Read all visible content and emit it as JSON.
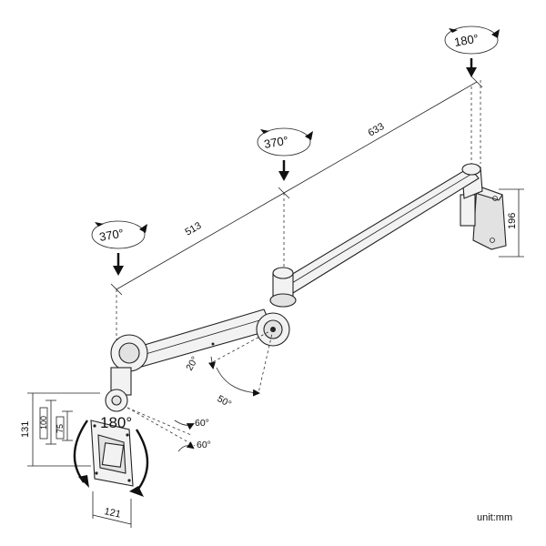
{
  "dimensions": {
    "arm1_length": "513",
    "arm2_length": "633",
    "mount_height": "196",
    "vesa_height": "131",
    "vesa_100": "100",
    "vesa_75": "75",
    "head_width": "121"
  },
  "rotations": {
    "elbow_left": "370°",
    "elbow_mid": "370°",
    "wall_pivot": "180°",
    "head": "180°"
  },
  "angles": {
    "tilt_up": "20°",
    "tilt_down": "50°",
    "swivel_a": "60°",
    "swivel_b": "60°"
  },
  "unit_label": "unit:mm"
}
